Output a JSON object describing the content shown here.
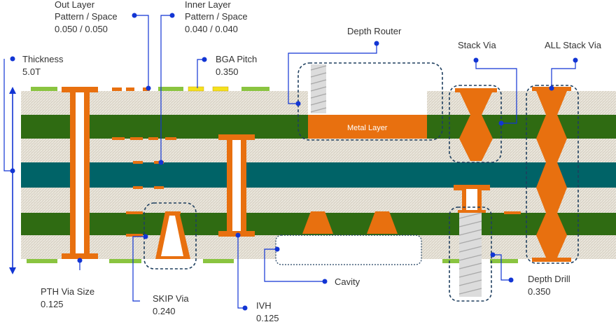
{
  "labels": {
    "out_layer": {
      "line1": "Out Layer",
      "line2": "Pattern / Space",
      "line3": "0.050 / 0.050"
    },
    "inner_layer": {
      "line1": "Inner Layer",
      "line2": "Pattern / Space",
      "line3": "0.040 / 0.040"
    },
    "thickness": {
      "line1": "Thickness",
      "line2": "5.0T"
    },
    "bga_pitch": {
      "line1": "BGA Pitch",
      "line2": "0.350"
    },
    "depth_router": {
      "line1": "Depth Router"
    },
    "metal_layer": {
      "line1": "Metal Layer"
    },
    "stack_via": {
      "line1": "Stack Via"
    },
    "all_stack_via": {
      "line1": "ALL Stack Via"
    },
    "pth_via": {
      "line1": "PTH Via Size",
      "line2": "0.125"
    },
    "skip_via": {
      "line1": "SKIP Via",
      "line2": "0.240"
    },
    "ivh": {
      "line1": "IVH",
      "line2": "0.125"
    },
    "cavity": {
      "line1": "Cavity"
    },
    "depth_drill": {
      "line1": "Depth Drill",
      "line2": "0.350"
    }
  },
  "colors": {
    "copper": "#e8700f",
    "dark_green": "#2f6b12",
    "teal": "#006367",
    "dielectric": "#e7e2d8",
    "pad_green": "#8ac440",
    "pad_yellow": "#f4e11c",
    "leader_blue": "#1235d4",
    "dashed_outline": "#1f3f5f"
  }
}
